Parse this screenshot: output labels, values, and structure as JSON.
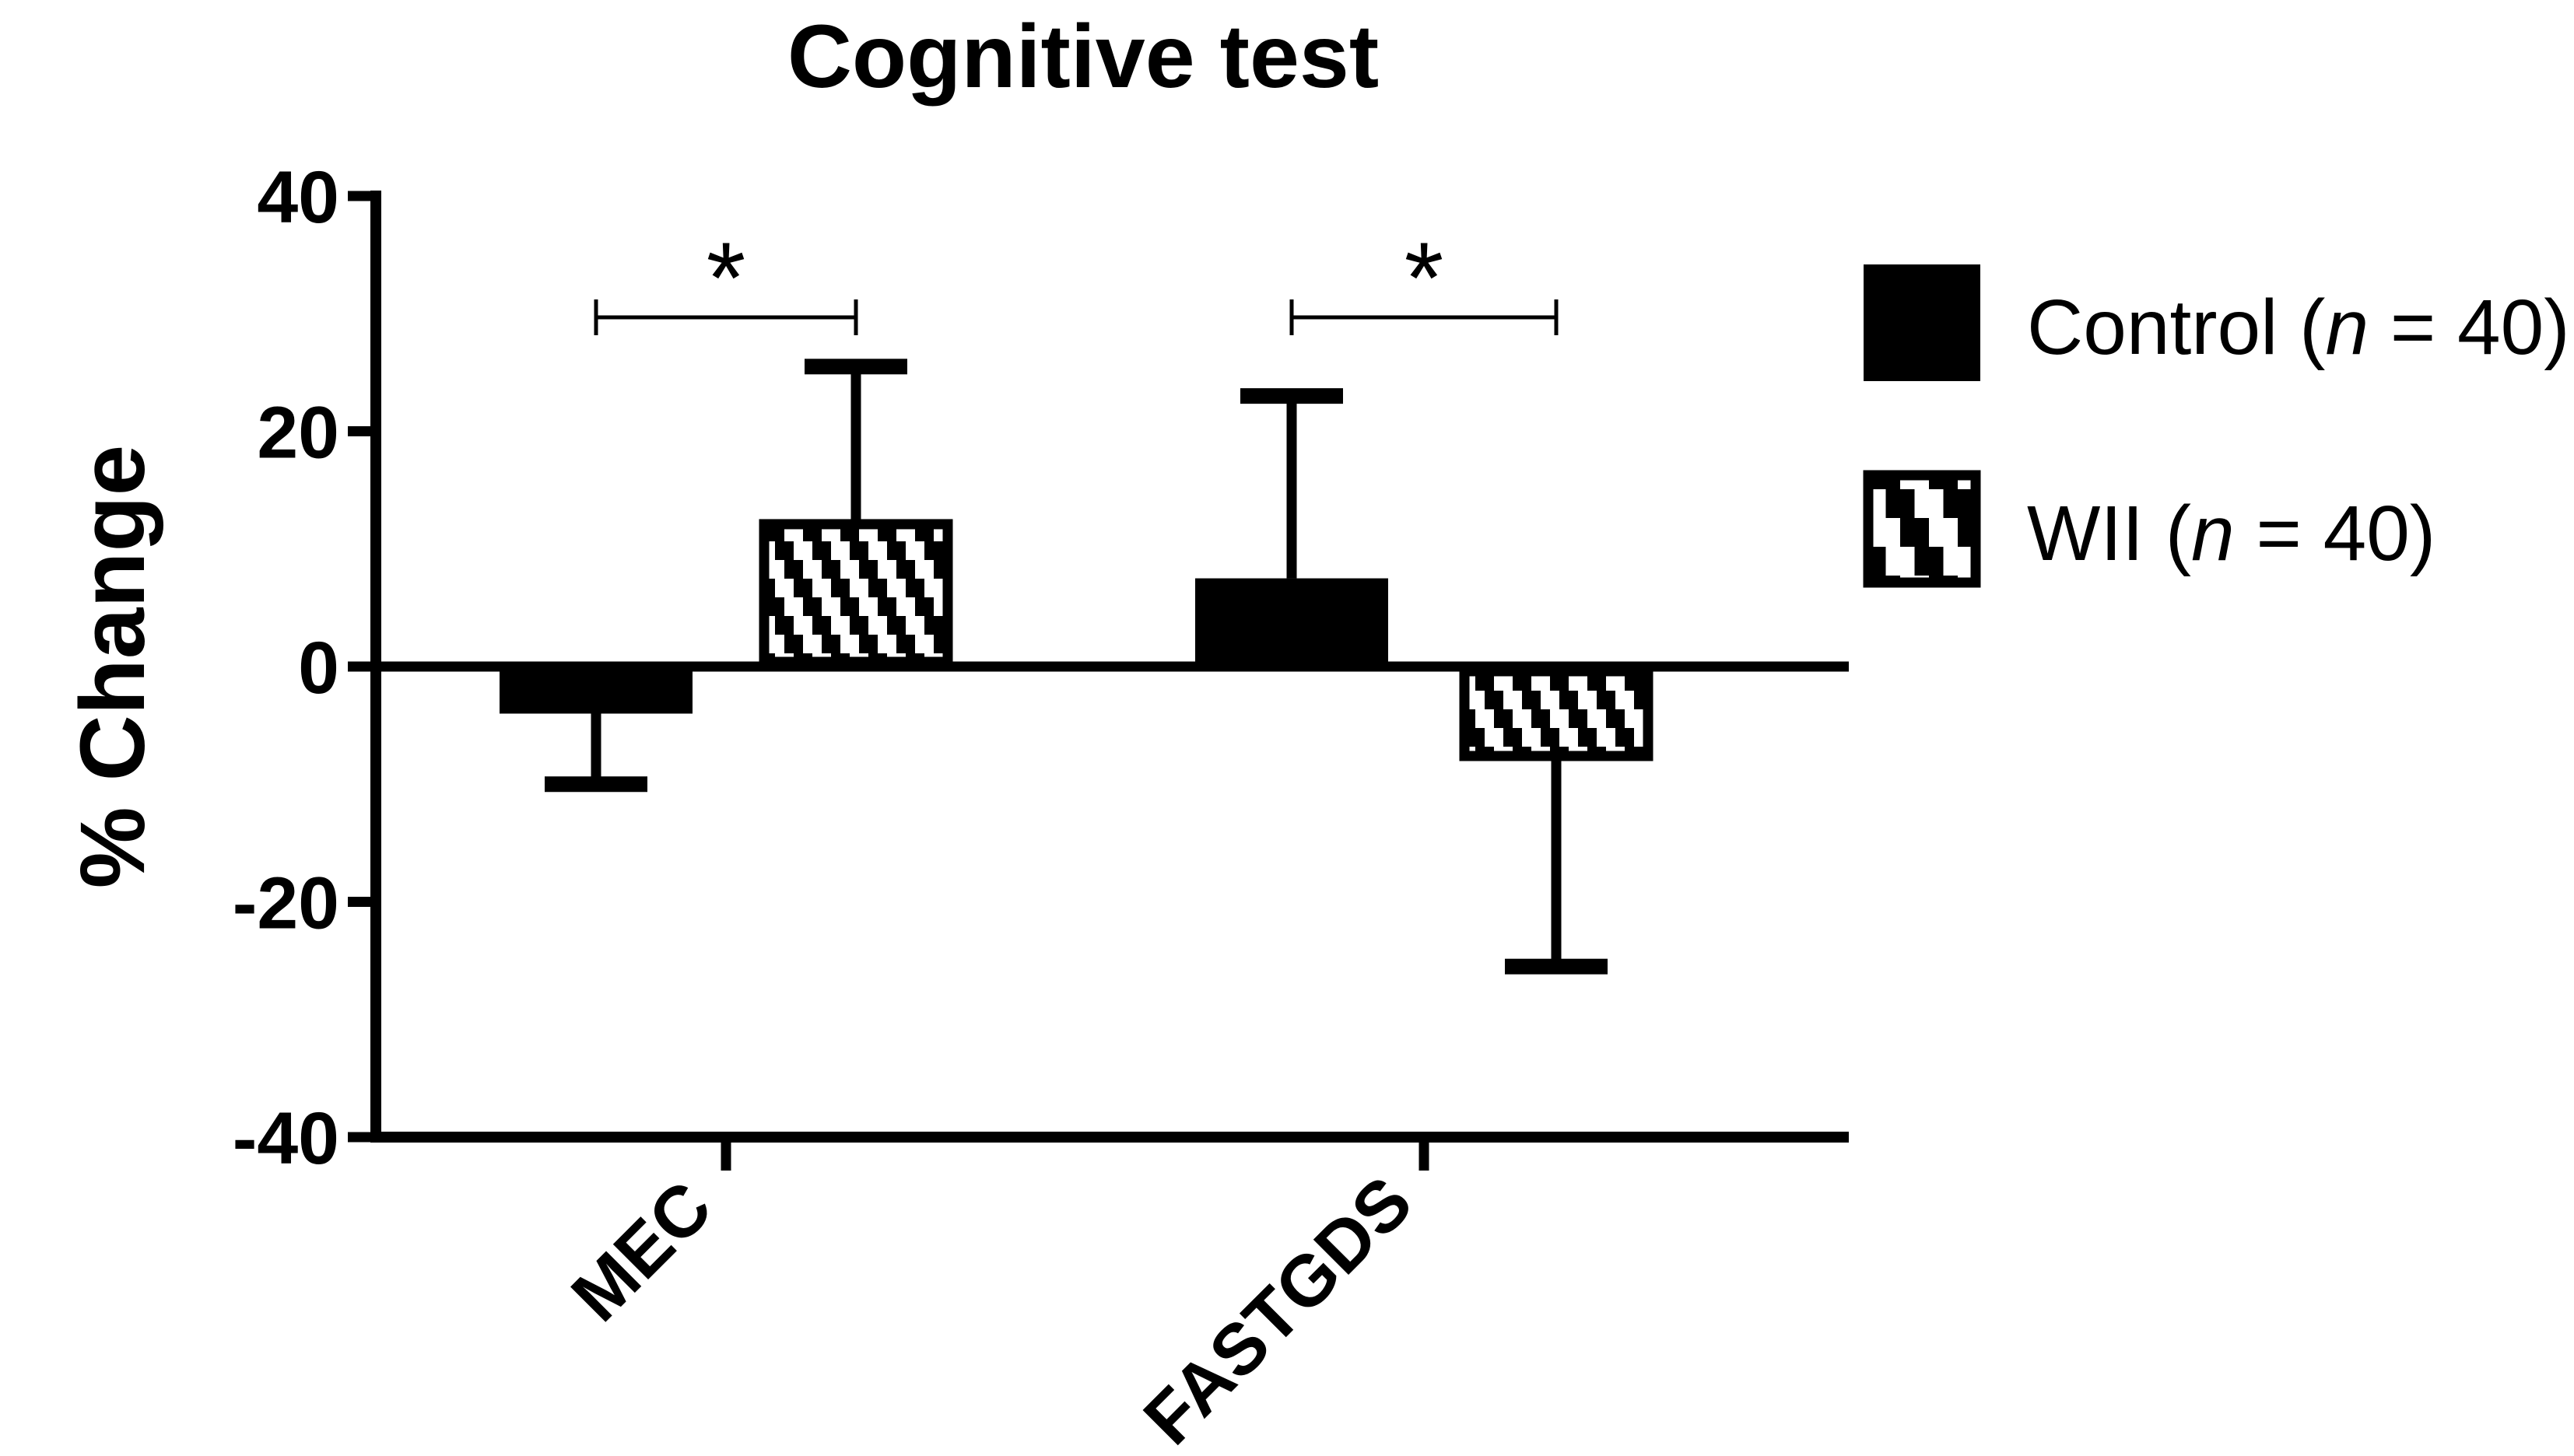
{
  "figure": {
    "title": "Cognitive test",
    "y_axis_label": "% Change",
    "background_color": "#ffffff",
    "foreground_color": "#000000"
  },
  "legend": {
    "position": "top-right",
    "items": [
      {
        "full_label": "Control (n = 40)",
        "pre": "Control (",
        "n_italic": "n",
        "post": " = 40)",
        "swatch": "solid-black-square"
      },
      {
        "full_label": "WII (n = 40)",
        "pre": "WII (",
        "n_italic": "n",
        "post": " = 40)",
        "swatch": "black-white-checkerboard-square"
      }
    ]
  },
  "chart_data": {
    "type": "bar",
    "title": "Cognitive test",
    "xlabel": "",
    "ylabel": "% Change",
    "categories": [
      "MEC",
      "FASTGDS"
    ],
    "series": [
      {
        "name": "Control (n = 40)",
        "pattern": "solid",
        "values": [
          -4,
          7.5
        ],
        "errors": [
          6,
          15.5
        ]
      },
      {
        "name": "WII (n = 40)",
        "pattern": "checkerboard",
        "values": [
          12.5,
          -8
        ],
        "errors": [
          13,
          17.5
        ]
      }
    ],
    "error_bars": "one-sided, extending away from zero",
    "ylim": [
      -40,
      40
    ],
    "yticks": [
      40,
      20,
      0,
      -20,
      -40
    ],
    "grid": false,
    "legend_position": "top-right",
    "significance": [
      {
        "category": "MEC",
        "between": [
          "Control (n = 40)",
          "WII (n = 40)"
        ],
        "label": "*"
      },
      {
        "category": "FASTGDS",
        "between": [
          "Control (n = 40)",
          "WII (n = 40)"
        ],
        "label": "*"
      }
    ]
  }
}
